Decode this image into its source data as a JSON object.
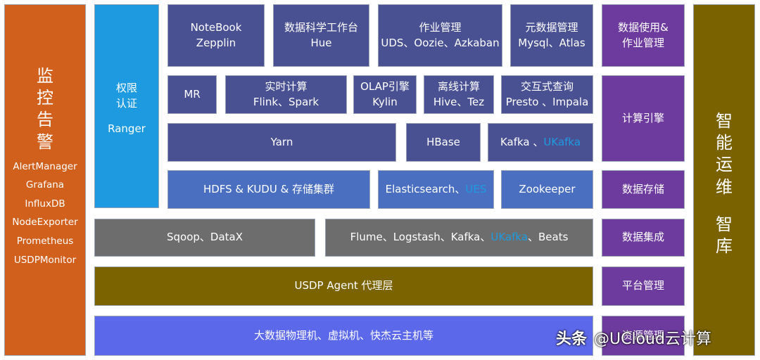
{
  "monitoring": {
    "title_chars": [
      "监",
      "控",
      "告",
      "警"
    ],
    "items": [
      "AlertManager",
      "Grafana",
      "InfluxDB",
      "NodeExporter",
      "Prometheus",
      "USDPMonitor"
    ]
  },
  "auth": {
    "line1": "权限",
    "line2": "认证",
    "line3": "Ranger"
  },
  "row1": [
    {
      "line1": "NoteBook",
      "line2": "Zepplin"
    },
    {
      "line1": "数据科学工作台",
      "line2": "Hue"
    },
    {
      "line1": "作业管理",
      "line2": "UDS、Oozie、Azkaban"
    },
    {
      "line1": "元数据管理",
      "line2": "Mysql、Atlas"
    }
  ],
  "row2": [
    {
      "line1": "MR",
      "line2": ""
    },
    {
      "line1": "实时计算",
      "line2": "Flink、Spark"
    },
    {
      "line1": "OLAP引擎",
      "line2": "Kylin"
    },
    {
      "line1": "离线计算",
      "line2": "Hive、Tez"
    },
    {
      "line1": "交互式查询",
      "line2": "Presto 、Impala"
    }
  ],
  "row3": {
    "yarn": "Yarn",
    "hbase": "HBase",
    "kafka_prefix": "Kafka 、",
    "kafka_highlight": "UKafka"
  },
  "row4": {
    "hdfs": "HDFS & KUDU & 存储集群",
    "es_prefix": "Elasticsearch、",
    "es_highlight": "UES",
    "zookeeper": "Zookeeper"
  },
  "row5": {
    "sqoop": "Sqoop、DataX",
    "flume_prefix": "Flume、Logstash、Kafka、",
    "flume_highlight": "UKafka",
    "flume_suffix": "、Beats"
  },
  "agent": "USDP Agent 代理层",
  "infra": "大数据物理机、虚拟机、快杰云主机等",
  "right_labels": {
    "usage_line1": "数据使用&",
    "usage_line2": "作业管理",
    "compute": "计算引擎",
    "storage": "数据存储",
    "integration": "数据集成",
    "platform": "平台管理",
    "resource": "资源管理"
  },
  "ops": {
    "title_chars": [
      "智",
      "能",
      "运",
      "维"
    ],
    "sub_chars": [
      "智",
      "库"
    ]
  },
  "watermark": {
    "logo": "头条",
    "text": "@UCloud云计算"
  },
  "colors": {
    "navy": "#4a5193",
    "blue": "#4a6fc0",
    "cyan": "#1e9be0",
    "gray": "#6d6d6d",
    "olive": "#7b6300",
    "purple": "#6d3a9e",
    "periwinkle": "#5c68ea",
    "orange": "#d2601d"
  }
}
